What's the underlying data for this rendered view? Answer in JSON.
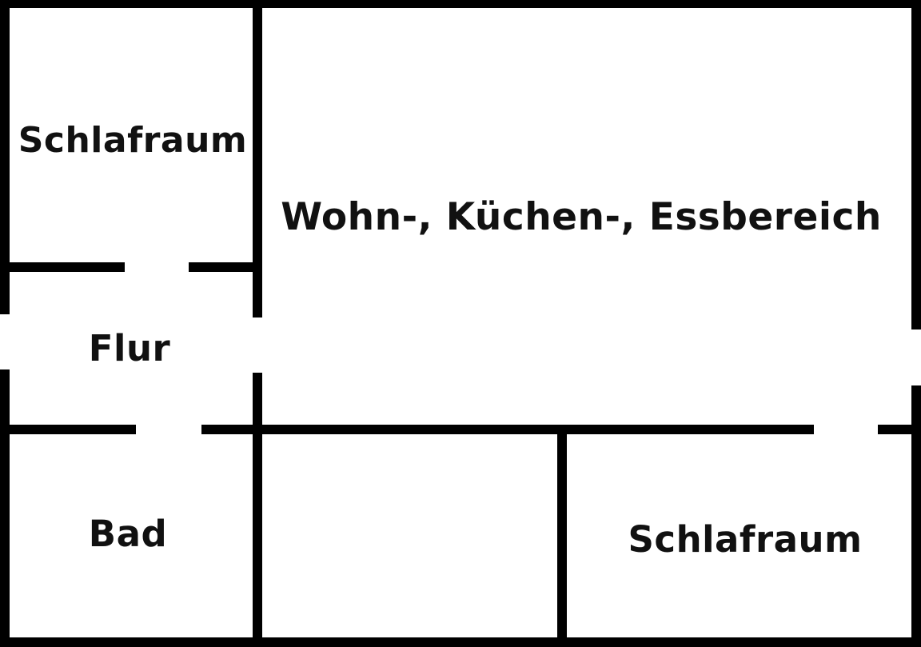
{
  "floorplan": {
    "colors": {
      "wall": "#000000",
      "background": "#ffffff",
      "text": "#111111"
    },
    "rooms": {
      "bedroom_top": "Schlafraum",
      "living_area": "Wohn-, Küchen-, Essbereich",
      "hallway": "Flur",
      "bathroom": "Bad",
      "bedroom_bottom": "Schlafraum"
    }
  }
}
